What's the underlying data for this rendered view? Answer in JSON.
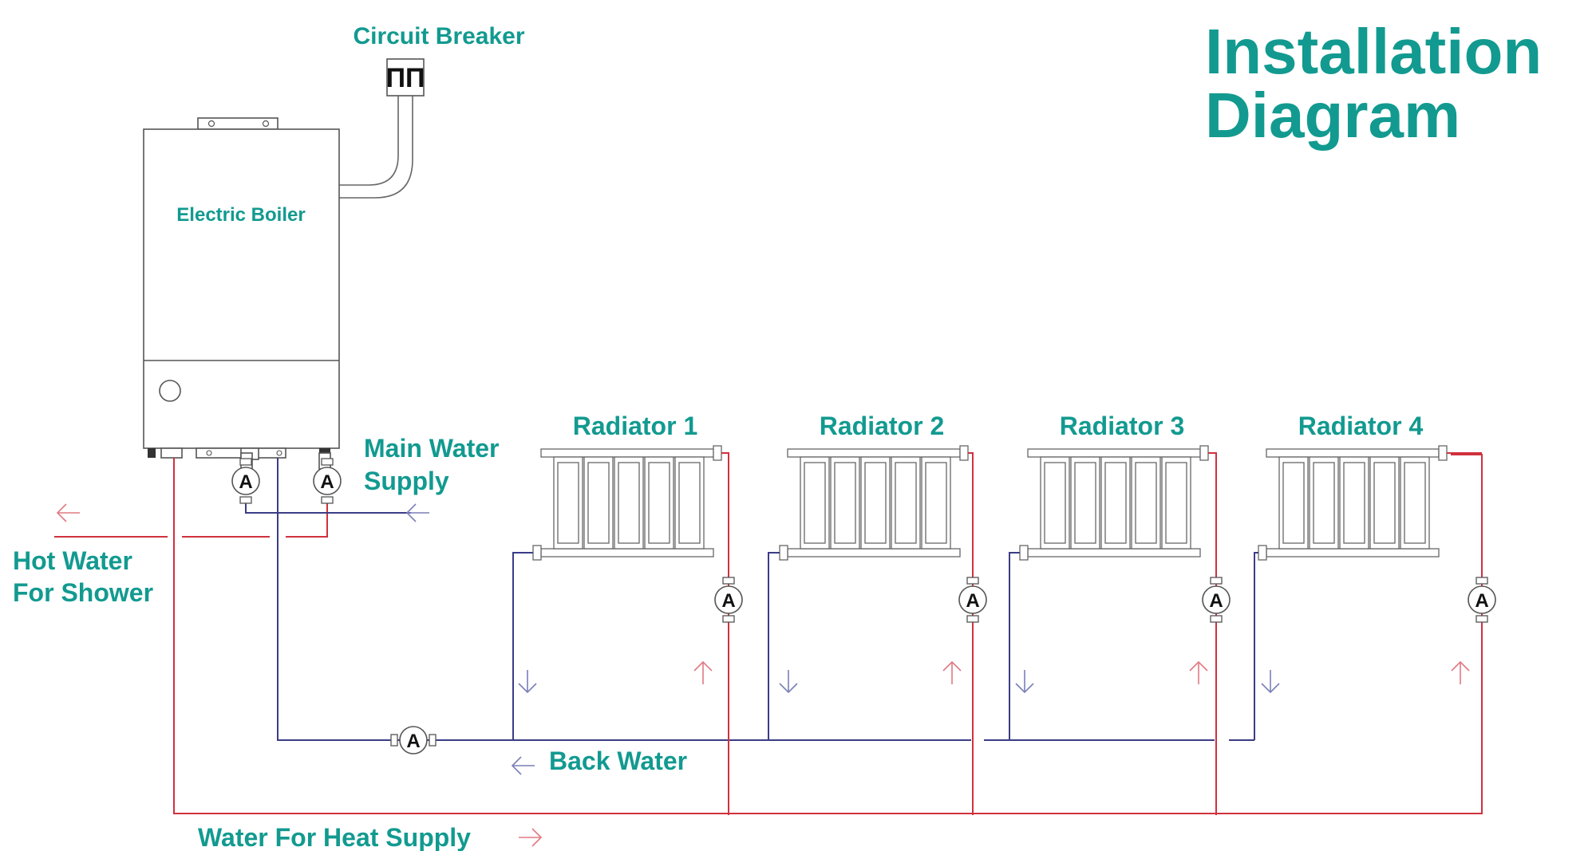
{
  "title": {
    "line1": "Installation",
    "line2": "Diagram"
  },
  "labels": {
    "circuit_breaker": "Circuit Breaker",
    "electric_boiler": "Electric Boiler",
    "main_water_line1": "Main Water",
    "main_water_line2": "Supply",
    "hot_water_line1": "Hot Water",
    "hot_water_line2": "For Shower",
    "back_water": "Back Water",
    "heat_supply": "Water For Heat Supply"
  },
  "breaker_symbol": "ПП",
  "valve_letter": "A",
  "radiators": [
    {
      "label": "Radiator 1"
    },
    {
      "label": "Radiator 2"
    },
    {
      "label": "Radiator 3"
    },
    {
      "label": "Radiator 4"
    }
  ],
  "colors": {
    "text_accent": "#129a90",
    "hot_pipe": "#d0313d",
    "cold_pipe": "#3b3c86",
    "outline": "#555555"
  }
}
